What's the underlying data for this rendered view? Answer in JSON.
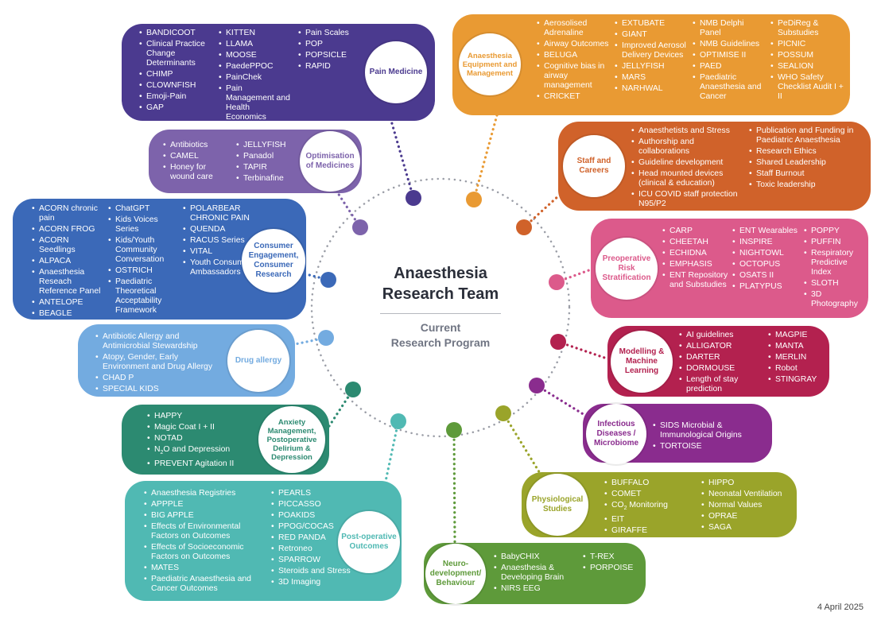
{
  "center": {
    "title_line1": "Anaesthesia",
    "title_line2": "Research Team",
    "subtitle_line1": "Current",
    "subtitle_line2": "Research Program"
  },
  "date": "4 April 2025",
  "pain": {
    "label": "Pain Medicine",
    "color": "#4b3a8f",
    "c1": [
      "BANDICOOT",
      "Clinical Practice Change Determinants",
      "CHIMP",
      "CLOWNFISH",
      "Emoji-Pain",
      "GAP"
    ],
    "c2": [
      "KITTEN",
      "LLAMA",
      "MOOSE",
      "PaedePPOC",
      "PainChek",
      "Pain Management and Health Economics"
    ],
    "c3": [
      "Pain Scales",
      "POP",
      "POPSICLE",
      "RAPID"
    ]
  },
  "optim": {
    "label": "Optimisation of Medicines",
    "color": "#7d63ab",
    "c1": [
      "Antibiotics",
      "CAMEL",
      "Honey for wound care"
    ],
    "c2": [
      "JELLYFISH",
      "Panadol",
      "TAPIR",
      "Terbinafine"
    ]
  },
  "consumer": {
    "label": "Consumer Engagement, Consumer Research",
    "color": "#3b69b8",
    "c1": [
      "ACORN chronic pain",
      "ACORN FROG",
      "ACORN Seedlings",
      "ALPACA",
      "Anaesthesia Reseach Reference Panel",
      "ANTELOPE",
      "BEAGLE"
    ],
    "c2": [
      "ChatGPT",
      "Kids Voices Series",
      "Kids/Youth Community Conversation",
      "OSTRICH",
      "Paediatric Theoretical Acceptability Framework"
    ],
    "c3": [
      "POLARBEAR CHRONIC PAIN",
      "QUENDA",
      "RACUS Series",
      "VITAL",
      "Youth Consumer Ambassadors"
    ]
  },
  "drug": {
    "label": "Drug allergy",
    "color": "#73abe0",
    "c1": [
      "Antibiotic Allergy and Antimicrobial Stewardship",
      "Atopy, Gender, Early Environment and Drug Allergy",
      "CHAD P",
      "SPECIAL KIDS"
    ]
  },
  "anxiety": {
    "label": "Anxiety Management, Postoperative Delirium & Depression",
    "color": "#2c8a71",
    "c1": [
      "HAPPY",
      "Magic Coat I + II",
      "NOTAD",
      "N",
      "O and Depression",
      "PREVENT Agitation II"
    ],
    "n2o_sub": "2"
  },
  "postop": {
    "label": "Post-operative Outcomes",
    "color": "#50b9b3",
    "c1": [
      "Anaesthesia Registries",
      "APPPLE",
      "BIG APPLE",
      "Effects of Environmental Factors on Outcomes",
      "Effects of Socioeconomic Factors on Outcomes",
      "MATES",
      "Paediatric Anaesthesia and Cancer Outcomes"
    ],
    "c2": [
      "PEARLS",
      "PICCASSO",
      "POAKIDS",
      "PPOG/COCAS",
      "RED PANDA",
      "Retroneo",
      "SPARROW",
      "Steroids and Stress",
      "3D Imaging"
    ]
  },
  "neuro": {
    "label": "Neuro-development/ Behaviour",
    "color": "#5e9a3a",
    "c1": [
      "BabyCHIX",
      "Anaesthesia & Developing Brain",
      "NIRS EEG"
    ],
    "c2": [
      "T-REX",
      "PORPOISE"
    ]
  },
  "phys": {
    "label": "Physiological Studies",
    "color": "#9aa42a",
    "c1": [
      "BUFFALO",
      "COMET",
      "CO",
      " Monitoring",
      "EIT",
      "GIRAFFE"
    ],
    "co2_sub": "2",
    "c2": [
      "HIPPO",
      "Neonatal Ventilation",
      "Normal Values",
      "OPRAE",
      "SAGA"
    ]
  },
  "infect": {
    "label": "Infectious Diseases / Microbiome",
    "color": "#8a2c8e",
    "c1": [
      "SIDS Microbial & Immunological Origins",
      "TORTOISE"
    ]
  },
  "model": {
    "label": "Modelling & Machine Learning",
    "color": "#b3214f",
    "c1": [
      "AI guidelines",
      "ALLIGATOR",
      "DARTER",
      "DORMOUSE",
      "Length of stay prediction"
    ],
    "c2": [
      "MAGPIE",
      "MANTA",
      "MERLIN",
      "Robot",
      "STINGRAY"
    ]
  },
  "preop": {
    "label": "Preoperative Risk Stratification",
    "color": "#dc5a8b",
    "c1": [
      "CARP",
      "CHEETAH",
      "ECHIDNA",
      "EMPHASIS",
      "ENT Repository and Substudies"
    ],
    "c2": [
      "ENT Wearables",
      "INSPIRE",
      "NIGHTOWL",
      "OCTOPUS",
      "OSATS II",
      "PLATYPUS"
    ],
    "c3": [
      "POPPY",
      "PUFFIN",
      "Respiratory Predictive Index",
      "SLOTH",
      "3D Photography"
    ]
  },
  "staff": {
    "label": "Staff and Careers",
    "color": "#d0622a",
    "c1": [
      "Anaesthetists and Stress",
      "Authorship and collaborations",
      "Guideline development",
      "Head mounted devices (clinical & education)",
      "ICU COVID staff protection N95/P2"
    ],
    "c2": [
      "Publication and Funding in Paediatric Anaesthesia",
      "Research Ethics",
      "Shared Leadership",
      "Staff Burnout",
      "Toxic leadership"
    ]
  },
  "equip": {
    "label": "Anaesthesia Equipment and Management",
    "color": "#e99a33",
    "c1": [
      "Aerosolised Adrenaline",
      "Airway Outcomes",
      "BELUGA",
      "Cognitive bias in airway management",
      "CRICKET"
    ],
    "c2": [
      "EXTUBATE",
      "GIANT",
      "Improved Aerosol Delivery Devices",
      "JELLYFISH",
      "MARS",
      "NARHWAL"
    ],
    "c3": [
      "NMB Delphi Panel",
      "NMB Guidelines",
      "OPTIMISE II",
      "PAED",
      "Paediatric Anaesthesia and Cancer"
    ],
    "c4": [
      "PeDiReg & Substudies",
      "PICNIC",
      "POSSUM",
      "SEALION",
      "WHO Safety Checklist Audit I + II"
    ]
  }
}
